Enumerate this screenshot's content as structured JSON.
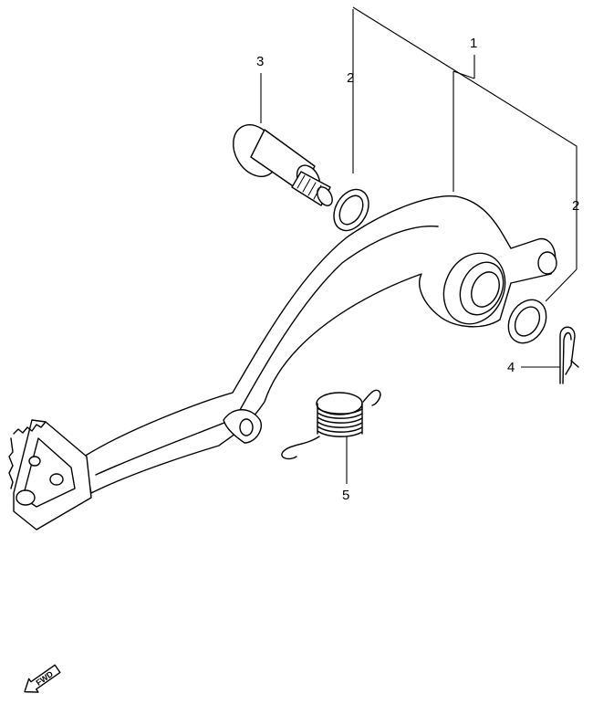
{
  "callouts": {
    "part_1": "1",
    "part_2_upper": "2",
    "part_2_right": "2",
    "part_3": "3",
    "part_4": "4",
    "part_5": "5"
  },
  "direction_arrow": {
    "label": "FWD",
    "icon": "forward-arrow-icon"
  }
}
